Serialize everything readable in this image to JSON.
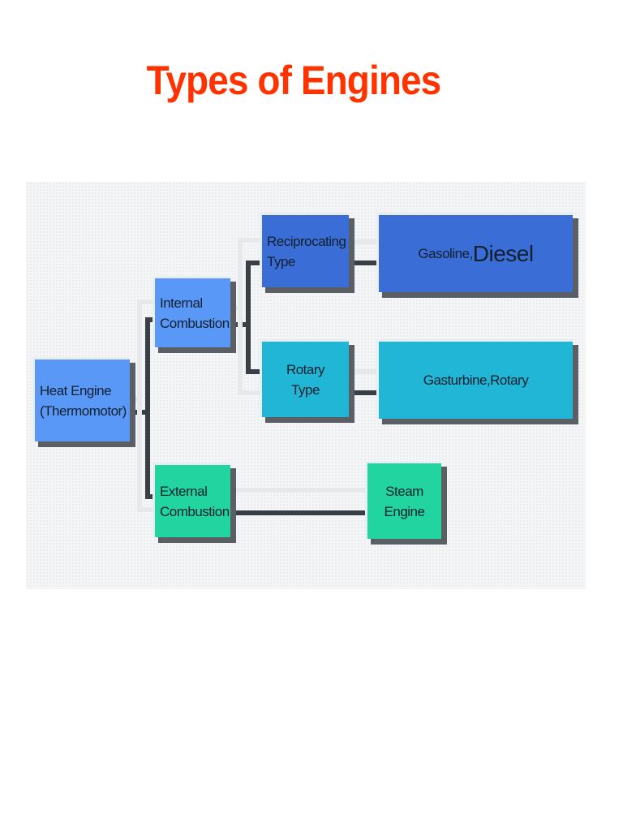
{
  "title": "Types of Engines",
  "nodes": {
    "heat_engine": {
      "line1": "Heat Engine",
      "line2": "(Thermomotor)"
    },
    "internal": {
      "line1": "Internal",
      "line2": "Combustion"
    },
    "external": {
      "line1": "External",
      "line2": "Combustion"
    },
    "reciprocating": {
      "line1": "Reciprocating",
      "line2": "Type"
    },
    "rotary": {
      "line1": "Rotary",
      "line2": "Type"
    },
    "gasoline_diesel": {
      "part1": "Gasoline,",
      "part2": "Diesel"
    },
    "gasturbine_rotary": {
      "label": "Gasturbine,Rotary"
    },
    "steam": {
      "line1": "Steam",
      "line2": "Engine"
    }
  },
  "colors": {
    "title": "#ff3300",
    "light_blue": "#5a98f8",
    "deep_blue": "#3a6ed6",
    "cyan": "#22b6d6",
    "green": "#22d5a0"
  }
}
